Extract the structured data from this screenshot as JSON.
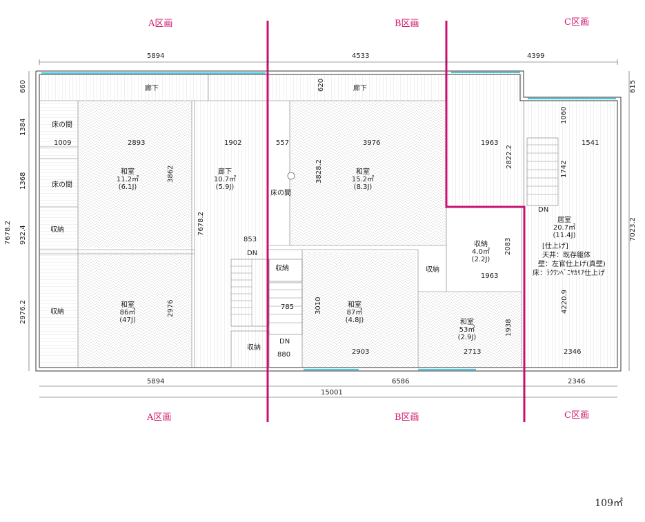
{
  "zones": {
    "top": [
      "A区画",
      "B区画",
      "C区画"
    ],
    "bottom": [
      "A区画",
      "B区画",
      "C区画"
    ]
  },
  "dims_top": [
    "5894",
    "4533",
    "4399"
  ],
  "dims_bottom": [
    "5894",
    "6586",
    "2346",
    "15001"
  ],
  "dims_left": [
    "660",
    "1384",
    "1368",
    "932.4",
    "2976.2",
    "7678.2"
  ],
  "dims_right": [
    "615",
    "7023.2"
  ],
  "dims_inner": {
    "d620": "620",
    "d1009": "1009",
    "d2893": "2893",
    "d1902": "1902",
    "d557": "557",
    "d3976": "3976",
    "d1963a": "1963",
    "d1541": "1541",
    "d1060": "1060",
    "d2822": "2822.2",
    "d1742": "1742",
    "d3862": "3862",
    "d3828": "3828.2",
    "d7678i": "7678.2",
    "d853": "853",
    "d2083": "2083",
    "d1963b": "1963",
    "d4220": "4220.9",
    "d2976": "2976",
    "d785": "785",
    "d3010": "3010",
    "d880": "880",
    "d2903": "2903",
    "d2713": "2713",
    "d1938": "1938",
    "d2346": "2346"
  },
  "labels": {
    "rouka_a": "廊下",
    "rouka_b": "廊下",
    "toko1": "床の間",
    "toko2": "床の間",
    "toko3": "床の間",
    "shuno1": "収納",
    "shuno2": "収納",
    "shuno3": "収納",
    "shuno4": "収納",
    "dn1": "DN",
    "dn2": "DN",
    "dn3": "DN"
  },
  "rooms": {
    "washitsu1": [
      "和室",
      "11.2㎡",
      "(6.1J)"
    ],
    "rouka_mid": [
      "廊下",
      "10.7㎡",
      "(5.9J)"
    ],
    "washitsu2": [
      "和室",
      "15.2㎡",
      "(8.3J)"
    ],
    "washitsu3": [
      "和室",
      "86㎡",
      "(47J)"
    ],
    "washitsu4": [
      "和室",
      "87㎡",
      "(4.8J)"
    ],
    "washitsu5": [
      "和室",
      "53㎡",
      "(2.9J)"
    ],
    "shuno_c": [
      "収納",
      "4.0㎡",
      "(2.2J)"
    ],
    "kyoshitsu": [
      "居室",
      "20.7㎡",
      "(11.4J)"
    ]
  },
  "finish": [
    "[仕上げ]",
    "天井：既存躯体",
    "壁：左官仕上げ(真壁)",
    "床：ﾗｸﾜﾝﾍﾞﾆﾔｶﾘｱ仕上げ"
  ],
  "total_area": "109㎡"
}
